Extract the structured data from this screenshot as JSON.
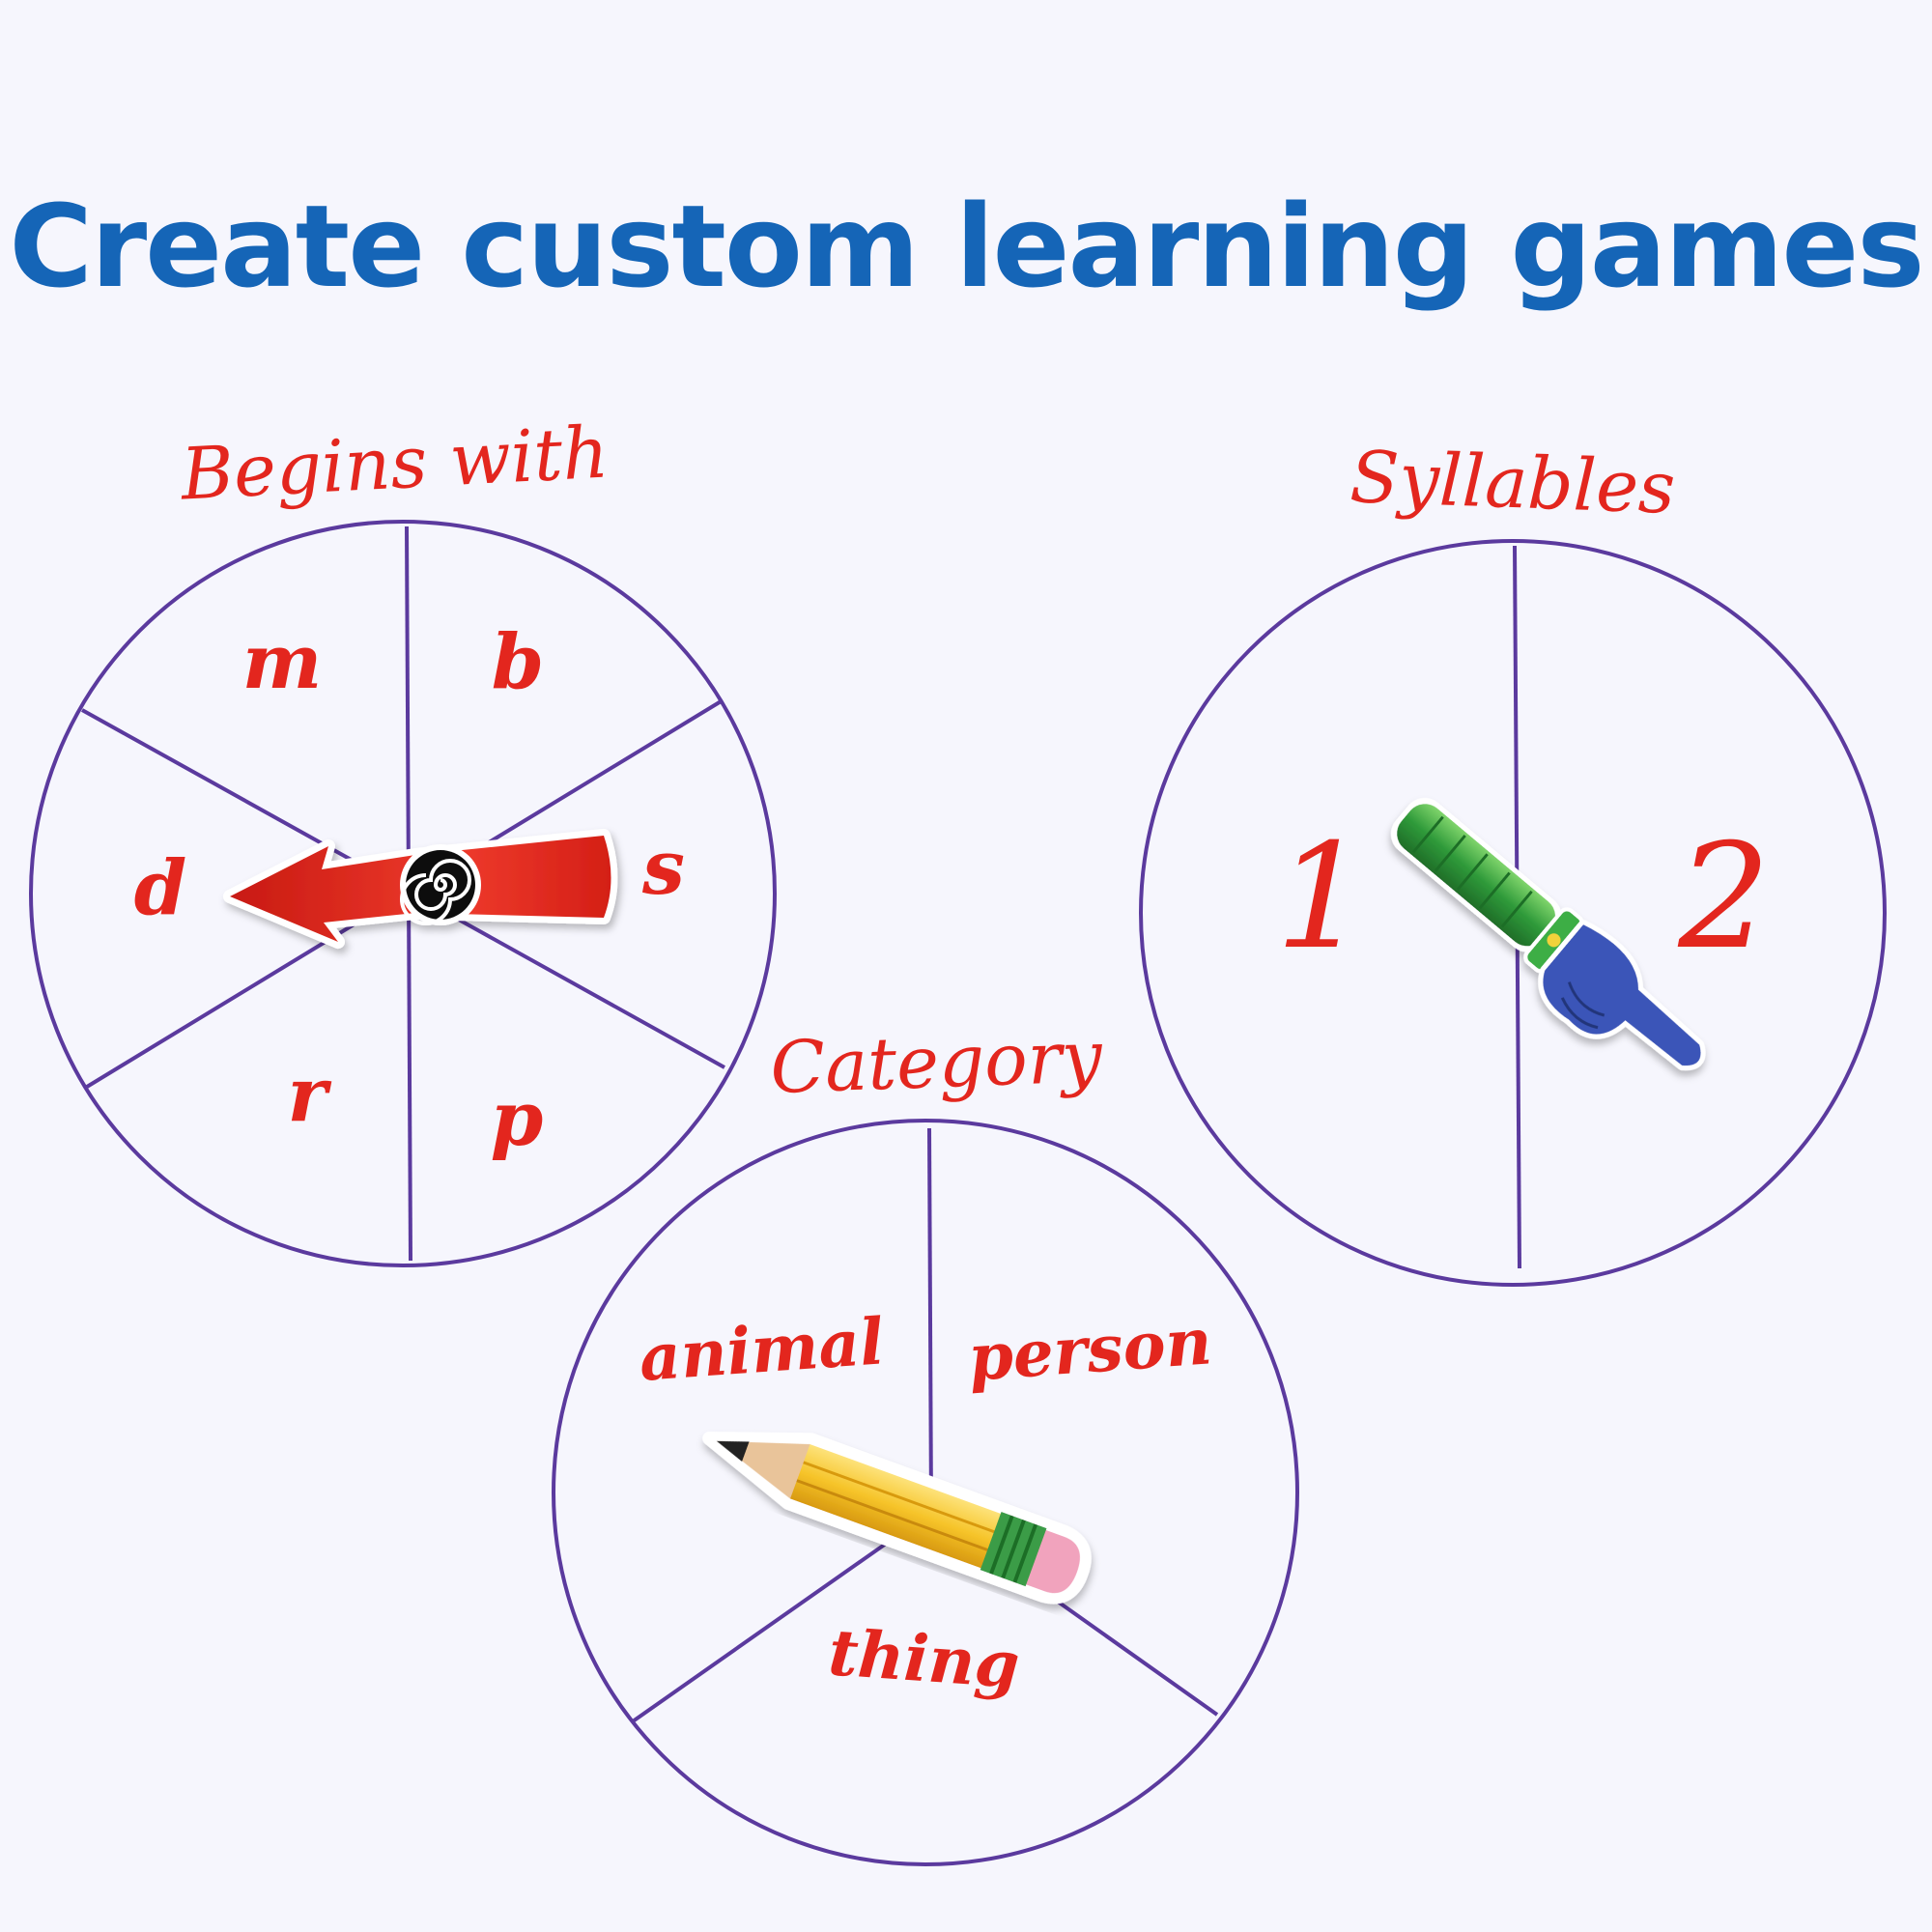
{
  "headline": "Create custom learning games",
  "colors": {
    "headline": "#1565b7",
    "background": "#f6f6fd",
    "circle_line": "#5b3a9e",
    "handwriting": "#e3261e",
    "arrow_red": "#e52a20",
    "pencil_yellow": "#f6c42a",
    "pencil_eraser": "#f1a3bd",
    "glove_blue": "#3b55b8",
    "sleeve_green": "#2f9a3a"
  },
  "spinners": {
    "begins_with": {
      "title": "Begins with",
      "segments": [
        "m",
        "b",
        "s",
        "p",
        "r",
        "d"
      ],
      "pointer": "red-arrow-icon"
    },
    "syllables": {
      "title": "Syllables",
      "segments": [
        "1",
        "2"
      ],
      "pointer": "pointing-glove-icon"
    },
    "category": {
      "title": "Category",
      "segments": [
        "animal",
        "person",
        "thing"
      ],
      "pointer": "pencil-icon"
    }
  }
}
